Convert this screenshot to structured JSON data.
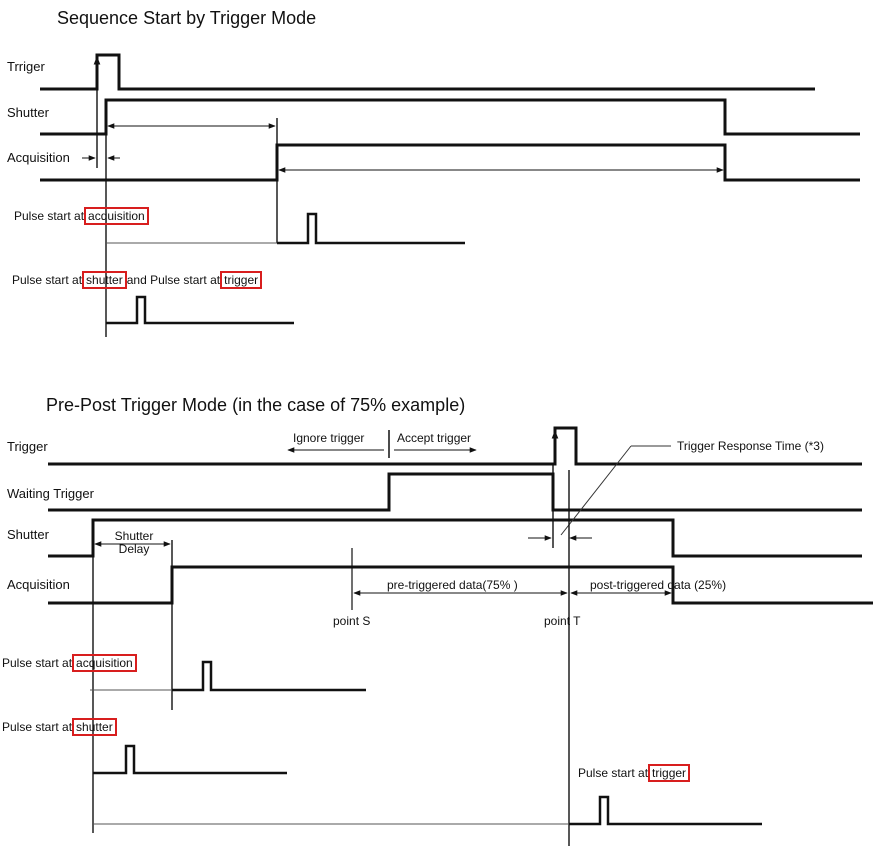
{
  "section1": {
    "title": "Sequence Start by Trigger Mode",
    "signals": {
      "trigger": "Trriger",
      "shutter": "Shutter",
      "acquisition": "Acquisition"
    },
    "pulse_acq": {
      "prefix": "Pulse start  at",
      "keyword": "acquisition"
    },
    "pulse_shutter_trigger": {
      "prefix1": "Pulse start at",
      "keyword1": "shutter",
      "middle": "and Pulse start at",
      "keyword2": "trigger"
    }
  },
  "section2": {
    "title": "Pre-Post Trigger Mode (in the case of 75% example)",
    "signals": {
      "trigger": "Trigger",
      "waiting": "Waiting Trigger",
      "shutter": "Shutter",
      "acquisition": "Acquisition"
    },
    "ignore_trigger": "Ignore trigger",
    "accept_trigger": "Accept trigger",
    "response_time": "Trigger Response Time (*3)",
    "shutter_delay": "Shutter\nDelay",
    "pre_triggered": "pre-triggered data(75% )",
    "post_triggered": "post-triggered data (25%)",
    "point_s": "point S",
    "point_t": "point T",
    "pulse_acq": {
      "prefix": "Pulse start at",
      "keyword": "acquisition"
    },
    "pulse_shutter": {
      "prefix": "Pulse start at",
      "keyword": "shutter"
    },
    "pulse_trigger": {
      "prefix": "Pulse start at",
      "keyword": "trigger"
    }
  },
  "colors": {
    "signal": "#111111",
    "highlight": "#d81e1e",
    "guide": "#333333"
  }
}
